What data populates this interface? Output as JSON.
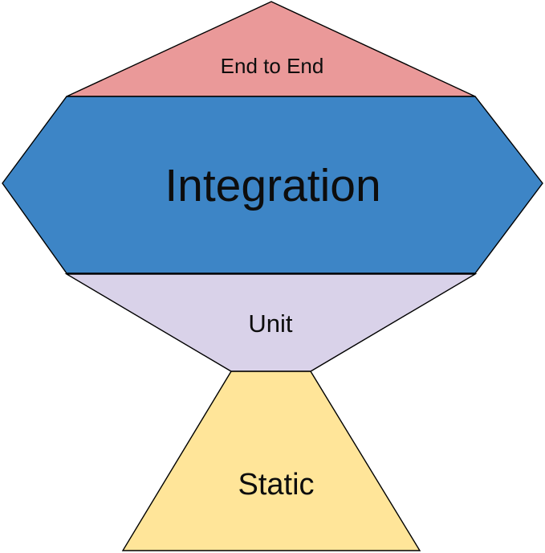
{
  "diagram": {
    "name": "testing-trophy",
    "background_color": "#ffffff",
    "stroke_color": "#000000",
    "text_color": "#0d0d0d",
    "layers": [
      {
        "label": "End to End",
        "color": "#ea9999",
        "shape": "triangle",
        "position": "top"
      },
      {
        "label": "Integration",
        "color": "#3d85c6",
        "shape": "hexagon",
        "position": "upper-middle"
      },
      {
        "label": "Unit",
        "color": "#d9d2e9",
        "shape": "inverted-trapezoid",
        "position": "lower-middle"
      },
      {
        "label": "Static",
        "color": "#ffe599",
        "shape": "trapezoid",
        "position": "bottom"
      }
    ]
  }
}
